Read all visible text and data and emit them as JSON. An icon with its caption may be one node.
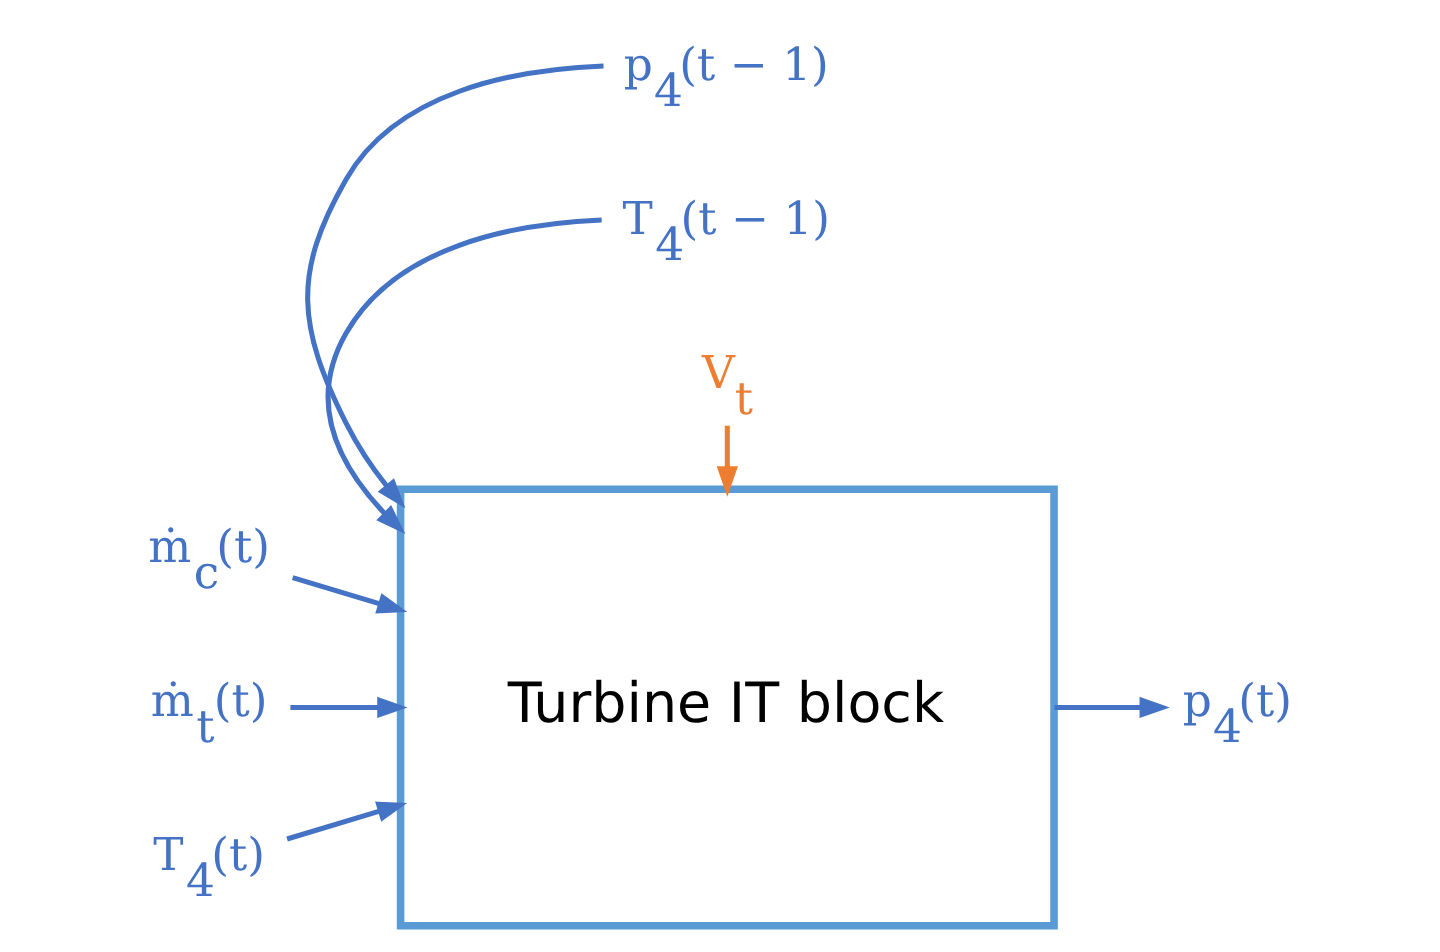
{
  "diagram": {
    "nodes": [
      {
        "text": [
          "Turbine IT block"
        ]
      },
      {
        "text": [
          "ṁ$_{c}$(t)"
        ]
      },
      {
        "text": [
          "ṁ$_{t}$(t)"
        ]
      },
      {
        "text": [
          "T$_{4}$(t)"
        ]
      },
      {
        "text": [
          "p$_{4}$(t − 1)"
        ]
      },
      {
        "text": [
          "T$_{4}$(t − 1)"
        ]
      },
      {
        "text": [
          "p$_{4}$(t)"
        ]
      },
      {
        "text": [
          "V$_{t}$"
        ]
      }
    ],
    "edges": [
      {
        "from": 1,
        "to": 0,
        "arrow": "to"
      },
      {
        "from": 2,
        "to": 0,
        "arrow": "to"
      },
      {
        "from": 3,
        "to": 0,
        "arrow": "to"
      },
      {
        "from": 4,
        "to": 0,
        "arrow": "to"
      },
      {
        "from": 5,
        "to": 0,
        "arrow": "to"
      },
      {
        "from": 0,
        "to": 6,
        "arrow": "to"
      },
      {
        "from": 7,
        "to": 0,
        "arrow": "to",
        "color": "#ed7d31"
      }
    ]
  }
}
